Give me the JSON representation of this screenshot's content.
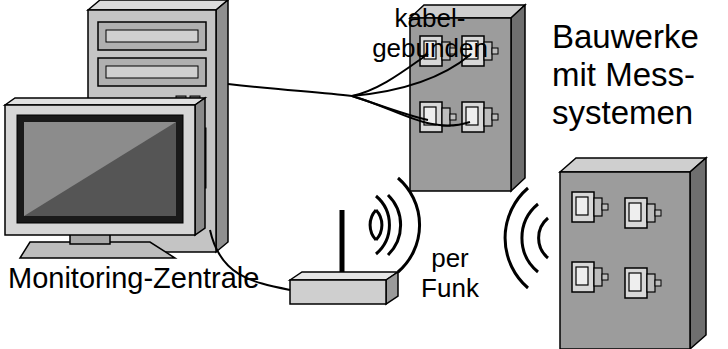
{
  "diagram": {
    "labels": [
      "kabel- gebunden",
      "Bauwerke mit Mess- systemen",
      "Monitoring-Zentrale",
      "per Funk"
    ]
  }
}
